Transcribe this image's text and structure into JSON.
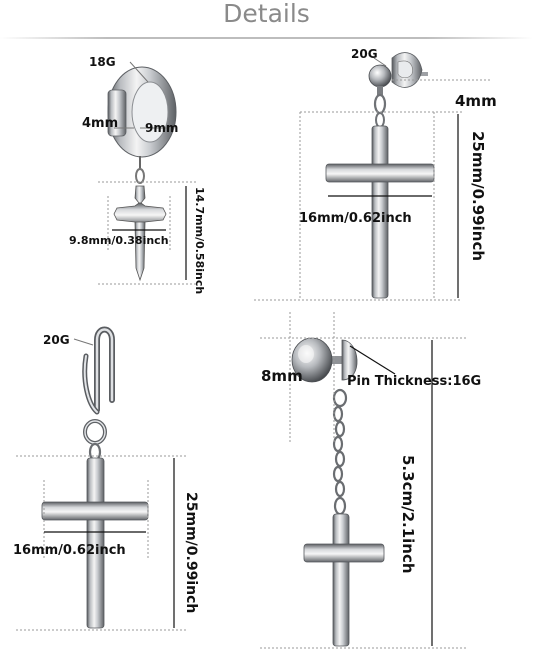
{
  "header": {
    "title": "Details"
  },
  "items": [
    {
      "gauge": "18G",
      "depth": "4mm",
      "hoop": "9mm",
      "width": "9.8mm/0.38inch",
      "length": "14.7mm/0.58inch"
    },
    {
      "gauge": "20G",
      "ball": "4mm",
      "width": "16mm/0.62inch",
      "length": "25mm/0.99inch"
    },
    {
      "gauge": "20G",
      "width": "16mm/0.62inch",
      "length": "25mm/0.99inch"
    },
    {
      "plug": "8mm",
      "pin": "Pin Thickness:16G",
      "length": "5.3cm/2.1inch"
    }
  ],
  "colors": {
    "metal_light": "#f4f4f4",
    "metal_mid": "#b9bcc0",
    "metal_dark": "#55585c",
    "title": "#8a8a8a"
  }
}
